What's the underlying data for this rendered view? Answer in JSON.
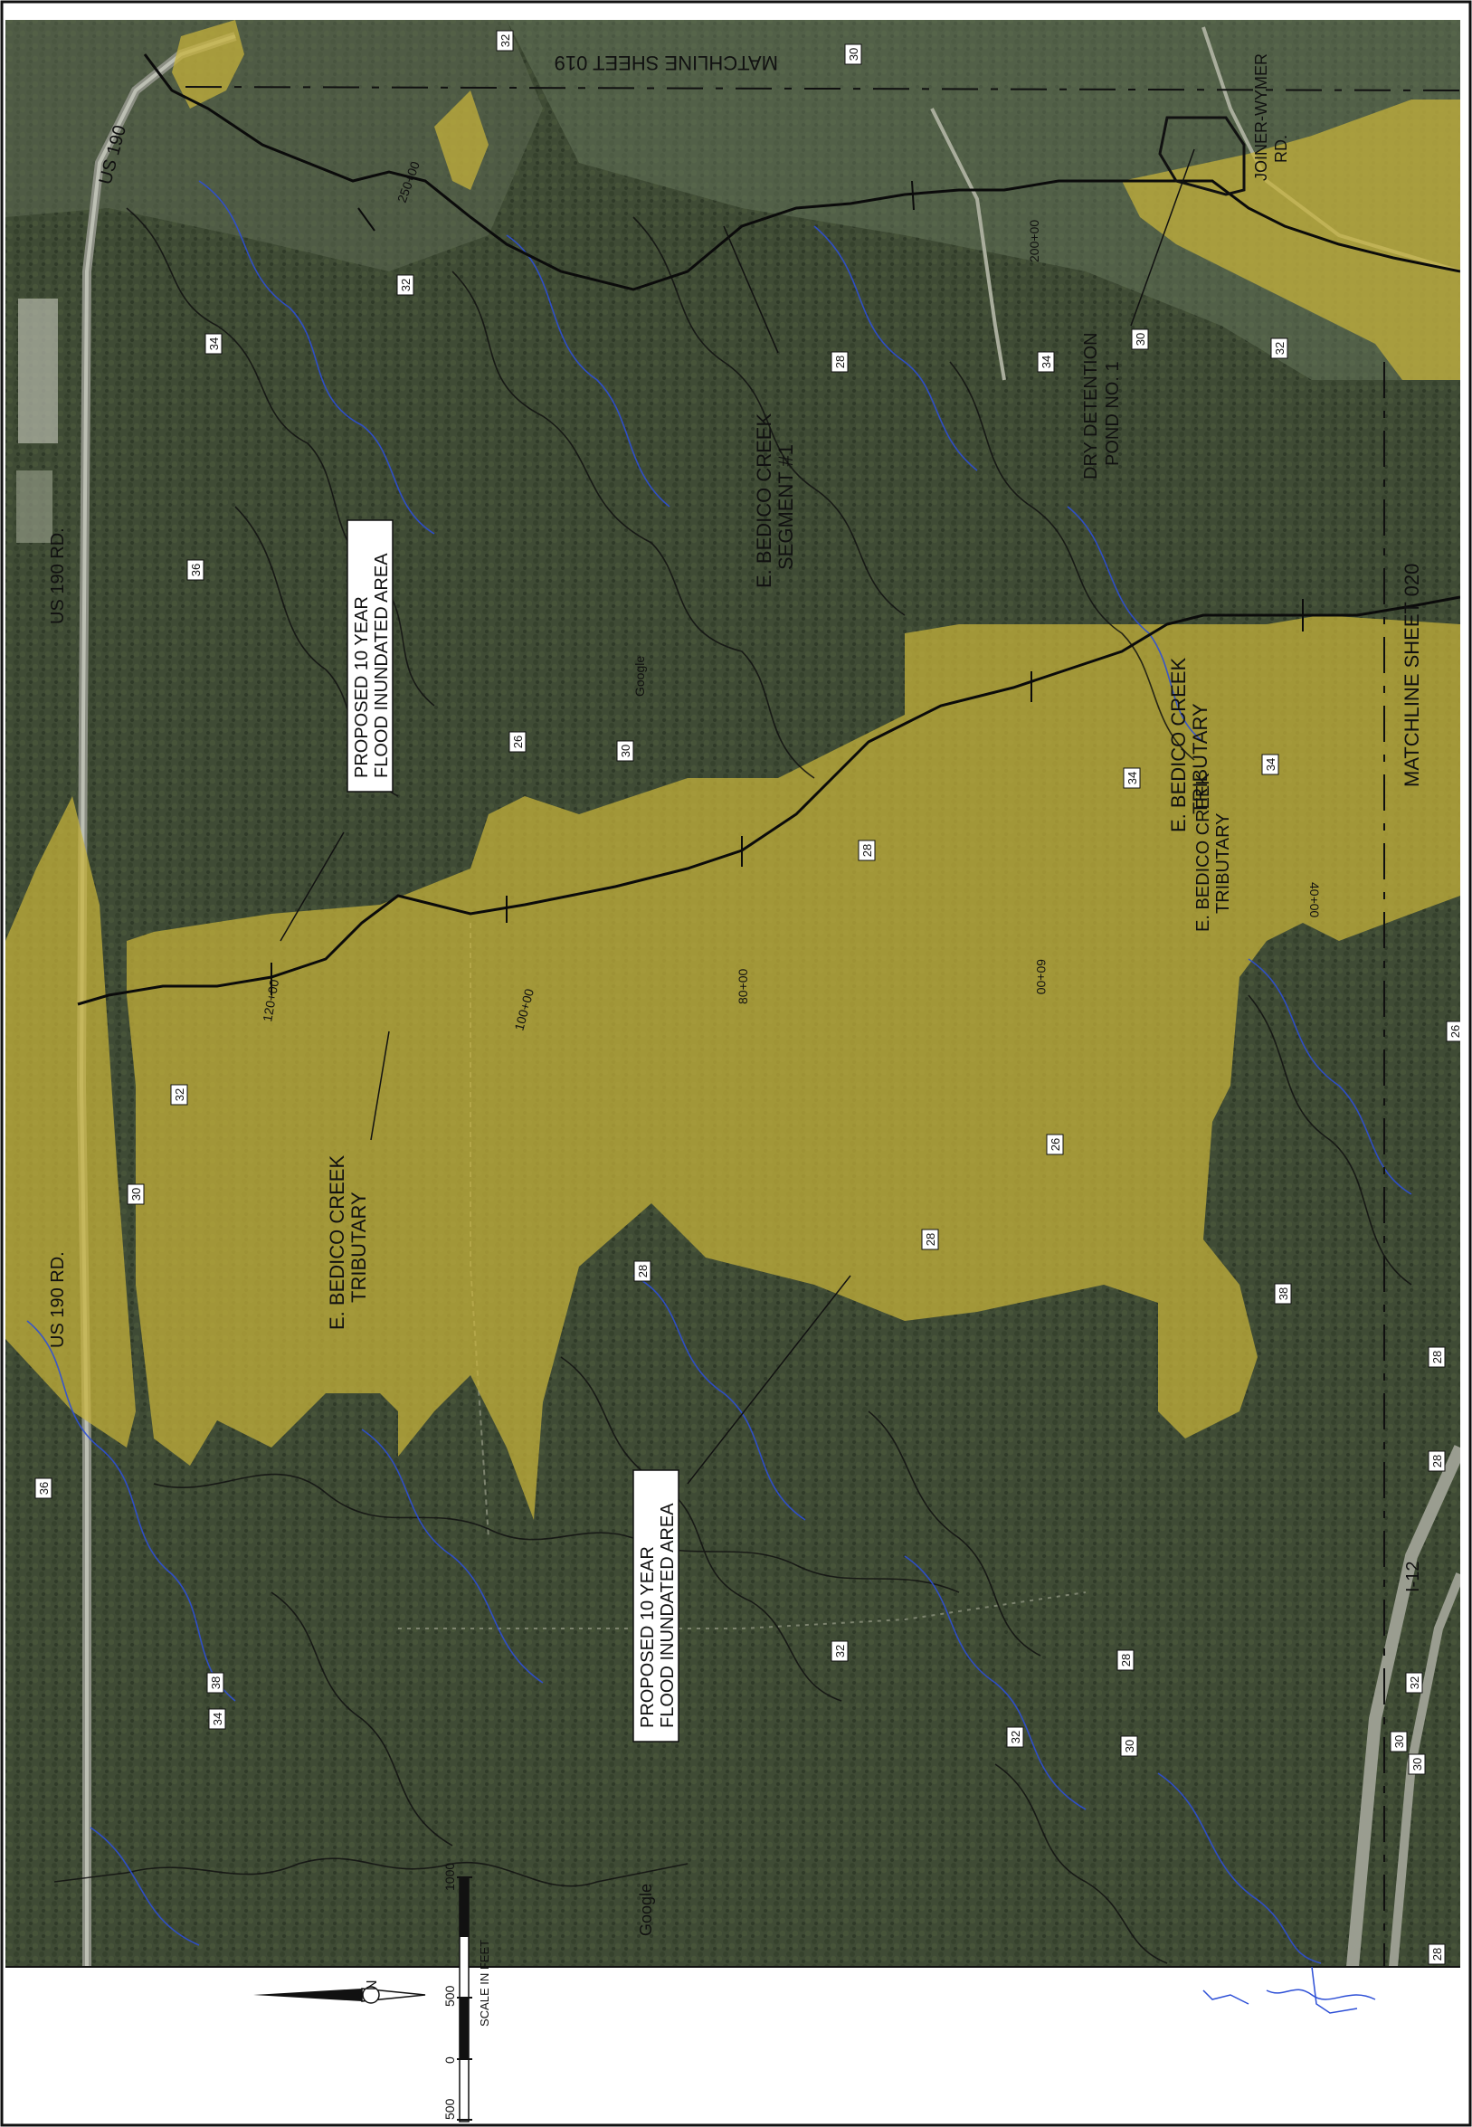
{
  "map": {
    "roads": {
      "us190_top": "US 190",
      "us190_rd_a": "US 190 RD.",
      "us190_rd_b": "US 190 RD.",
      "i12": "I-12",
      "joiner_wymer": "JOINER-WYMER",
      "joiner_wymer_rd": "RD."
    },
    "matchlines": {
      "top": "MATCHLINE SHEET 019",
      "bottom": "MATCHLINE SHEET 020"
    },
    "callouts": {
      "flood_area_1_line1": "PROPOSED 10 YEAR",
      "flood_area_1_line2": "FLOOD INUNDATED AREA",
      "flood_area_2_line1": "PROPOSED 10 YEAR",
      "flood_area_2_line2": "FLOOD INUNDATED AREA",
      "segment_line1": "E. BEDICO CREEK",
      "segment_line2": "SEGMENT #1",
      "trib_1_line1": "E. BEDICO CREEK",
      "trib_1_line2": "TRIBUTARY",
      "trib_2_line1": "E. BEDICO CREEK",
      "trib_2_line2": "TRIBUTARY",
      "trib_3_line1": "E. BEDICO CREEK",
      "trib_3_line2": "TRIBUTARY",
      "pond_line1": "DRY DETENTION",
      "pond_line2": "POND NO. 1"
    },
    "stations": [
      "250+00",
      "200+00",
      "120+00",
      "100+00",
      "80+00",
      "60+00",
      "40+00"
    ],
    "contour_labels": [
      "32",
      "30",
      "32",
      "34",
      "36",
      "34",
      "32",
      "30",
      "28",
      "26",
      "30",
      "28",
      "34",
      "34",
      "32",
      "30",
      "28",
      "28",
      "26",
      "38",
      "36",
      "38",
      "34",
      "32",
      "32",
      "30",
      "28",
      "28",
      "32",
      "30",
      "30",
      "28",
      "26",
      "28"
    ],
    "watermarks": {
      "google_a": "Google",
      "google_b": "Google"
    },
    "scale": {
      "title": "SCALE IN FEET",
      "ticks": [
        "500",
        "0",
        "500",
        "1000"
      ]
    },
    "north_arrow": "N",
    "colors": {
      "forest": "#3d4a33",
      "flood": "#c9b43a",
      "contour_black": "#111111",
      "contour_blue": "#2d4fd6",
      "channel": "#0b0b0b"
    }
  }
}
